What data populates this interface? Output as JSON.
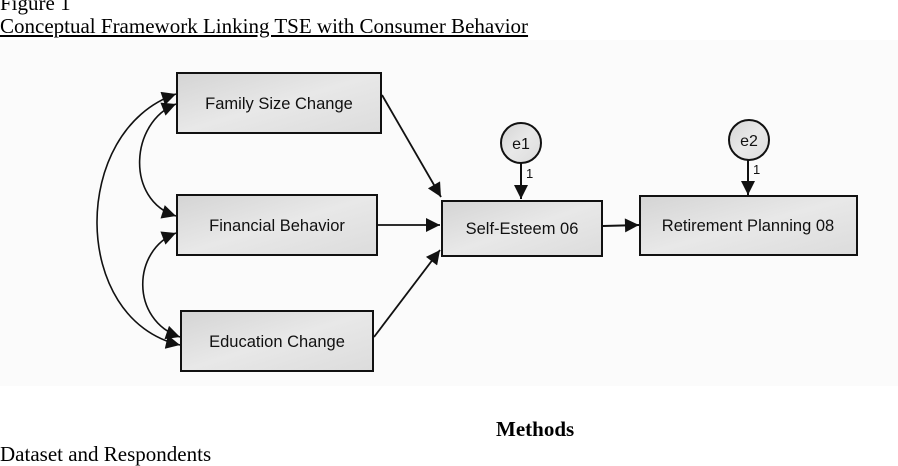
{
  "figure": {
    "label": "Figure 1",
    "title": "Conceptual Framework Linking TSE with Consumer Behavior"
  },
  "diagram": {
    "nodes": {
      "family_size_change": "Family Size Change",
      "financial_behavior": "Financial Behavior",
      "education_change": "Education Change",
      "self_esteem": "Self-Esteem 06",
      "retirement_planning": "Retirement Planning 08"
    },
    "errors": {
      "e1": {
        "label": "e1",
        "weight": "1"
      },
      "e2": {
        "label": "e2",
        "weight": "1"
      }
    },
    "paths": [
      {
        "from": "Family Size Change",
        "to": "Self-Esteem 06",
        "type": "directed"
      },
      {
        "from": "Financial Behavior",
        "to": "Self-Esteem 06",
        "type": "directed"
      },
      {
        "from": "Education Change",
        "to": "Self-Esteem 06",
        "type": "directed"
      },
      {
        "from": "Self-Esteem 06",
        "to": "Retirement Planning 08",
        "type": "directed"
      },
      {
        "from": "e1",
        "to": "Self-Esteem 06",
        "type": "directed",
        "weight": "1"
      },
      {
        "from": "e2",
        "to": "Retirement Planning 08",
        "type": "directed",
        "weight": "1"
      },
      {
        "from": "Family Size Change",
        "to": "Financial Behavior",
        "type": "covariance"
      },
      {
        "from": "Financial Behavior",
        "to": "Education Change",
        "type": "covariance"
      },
      {
        "from": "Family Size Change",
        "to": "Education Change",
        "type": "covariance"
      }
    ],
    "colors": {
      "box_fill": "#e2e2e2",
      "stroke": "#111111"
    }
  },
  "sections": {
    "heading": "Methods",
    "subheading": "Dataset and Respondents"
  }
}
